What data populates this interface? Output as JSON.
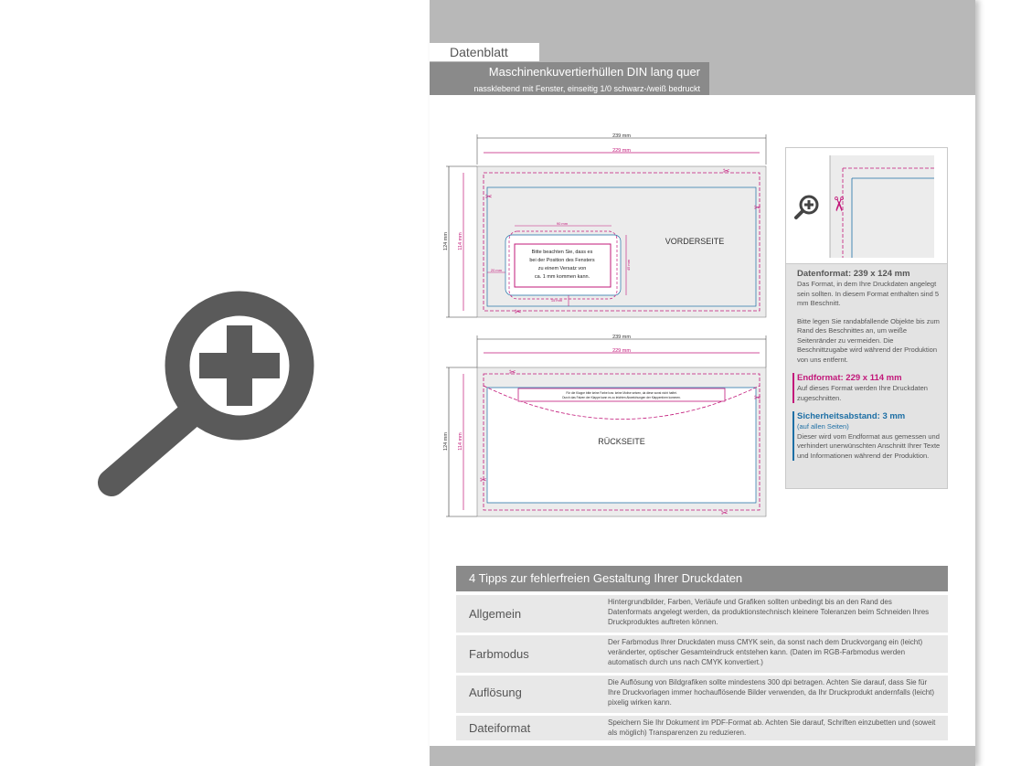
{
  "header": {
    "title": "Datenblatt",
    "subtitle": "Maschinenkuvertierhüllen DIN lang quer",
    "subline": "nassklebend mit Fenster, einseitig 1/0 schwarz-/weiß bedruckt"
  },
  "front": {
    "width_label": "239 mm",
    "inner_width_label": "229 mm",
    "height_label": "124 mm",
    "inner_height_label": "114 mm",
    "side_label": "VORDERSEITE",
    "window_width_label": "90 mm",
    "window_left_label": "20 mm",
    "window_bottom_label": "15 mm",
    "window_height_label": "45 mm",
    "window_note": [
      "Bitte beachten Sie, dass es",
      "bei der Position des Fensters",
      "zu einem Versatz von",
      "ca. 1 mm kommen kann."
    ]
  },
  "back": {
    "width_label": "239 mm",
    "inner_width_label": "229 mm",
    "height_label": "124 mm",
    "inner_height_label": "114 mm",
    "side_label": "RÜCKSEITE",
    "flap_note_1": "Für die Klappe bitte keine Farbe bzw. keine Motive setzen, da diese sonst nicht haftet.",
    "flap_note_2": "Durch das Falzen der Klappe kann es zu leichten Abweichungen der Klappenform kommen."
  },
  "info": {
    "datenformat_title": "Datenformat: 239 x 124 mm",
    "datenformat_text": "Das Format, in dem Ihre Druckdaten angelegt sein sollten. In diesem Format enthalten sind 5 mm Beschnitt.",
    "bleed_text": "Bitte legen Sie randabfallende Objekte bis zum Rand des Beschnittes an, um weiße Seitenränder zu vermeiden. Die Beschnittzugabe wird während der Produktion von uns entfernt.",
    "endformat_title": "Endformat: 229 x 114 mm",
    "endformat_text": "Auf dieses Format werden Ihre Druckdaten zugeschnitten.",
    "safety_title": "Sicherheitsabstand: 3 mm",
    "safety_sub": "(auf allen Seiten)",
    "safety_text": "Dieser wird vom Endformat aus gemessen und verhindert unerwünschten Anschnitt Ihrer Texte und Informationen während der Produktion."
  },
  "tips": {
    "heading": "4 Tipps zur fehlerfreien Gestaltung Ihrer Druckdaten",
    "rows": [
      {
        "label": "Allgemein",
        "text": "Hintergrundbilder, Farben, Verläufe und Grafiken sollten unbedingt bis an den Rand des Datenformats angelegt werden, da produktionstechnisch kleinere Toleranzen beim Schneiden Ihres Druckproduktes auftreten können."
      },
      {
        "label": "Farbmodus",
        "text": "Der Farbmodus Ihrer Druckdaten muss CMYK sein, da sonst nach dem Druckvorgang ein (leicht) veränderter, optischer Gesamteindruck entstehen kann. (Daten im RGB-Farbmodus werden automatisch durch uns nach CMYK konvertiert.)"
      },
      {
        "label": "Auflösung",
        "text": "Die Auflösung von Bildgrafiken sollte mindestens 300 dpi betragen. Achten Sie darauf, dass Sie für Ihre Druckvorlagen immer hochauflösende Bilder verwenden, da Ihr Druckprodukt andernfalls (leicht) pixelig wirken kann."
      },
      {
        "label": "Dateiformat",
        "text": "Speichern Sie Ihr Dokument im PDF-Format ab. Achten Sie darauf, Schriften einzubetten und (soweit als möglich) Transparenzen zu reduzieren."
      }
    ]
  },
  "colors": {
    "magenta": "#c2187a",
    "blue": "#1d6fa5",
    "gray": "#8a8a8a"
  },
  "icons": {
    "zoom": "zoom-in-icon",
    "scissors": "scissors-icon"
  }
}
